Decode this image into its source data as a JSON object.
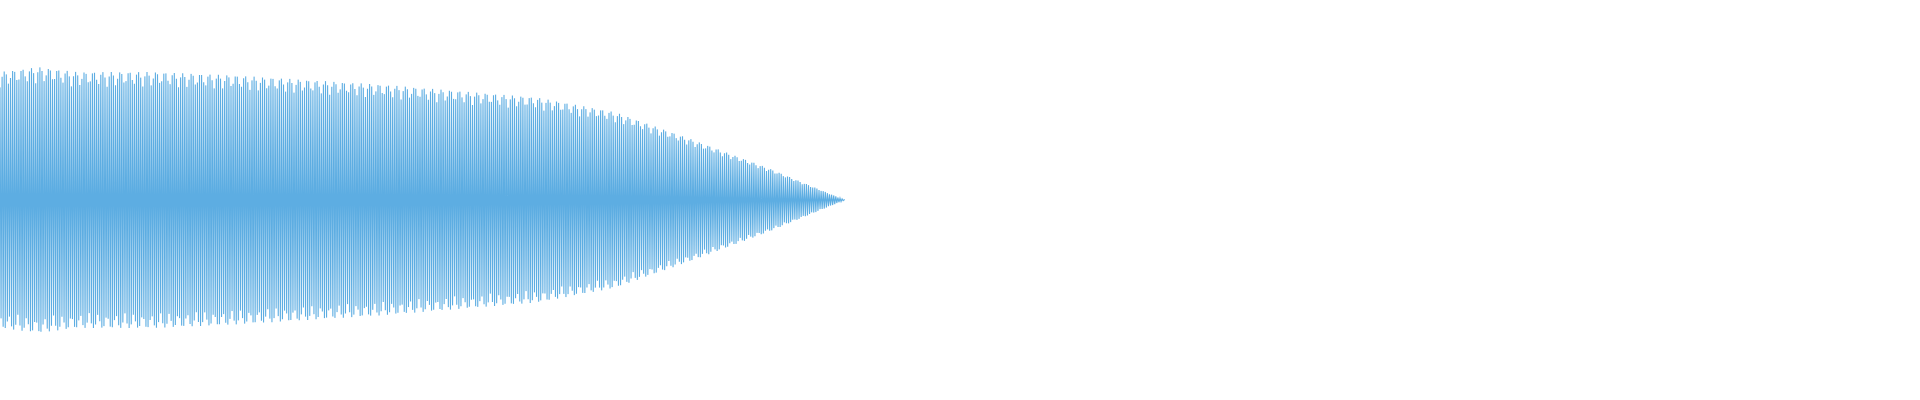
{
  "waveform": {
    "color": "#5dade2",
    "background": "#ffffff",
    "audio_extent": 0.44,
    "peak_envelope": [
      [
        0.0,
        0.8
      ],
      [
        0.02,
        0.83
      ],
      [
        0.04,
        0.8
      ],
      [
        0.08,
        0.8
      ],
      [
        0.12,
        0.78
      ],
      [
        0.16,
        0.75
      ],
      [
        0.2,
        0.72
      ],
      [
        0.24,
        0.68
      ],
      [
        0.28,
        0.64
      ],
      [
        0.32,
        0.55
      ],
      [
        0.36,
        0.38
      ],
      [
        0.4,
        0.2
      ],
      [
        0.42,
        0.1
      ],
      [
        0.44,
        0.0
      ]
    ]
  }
}
